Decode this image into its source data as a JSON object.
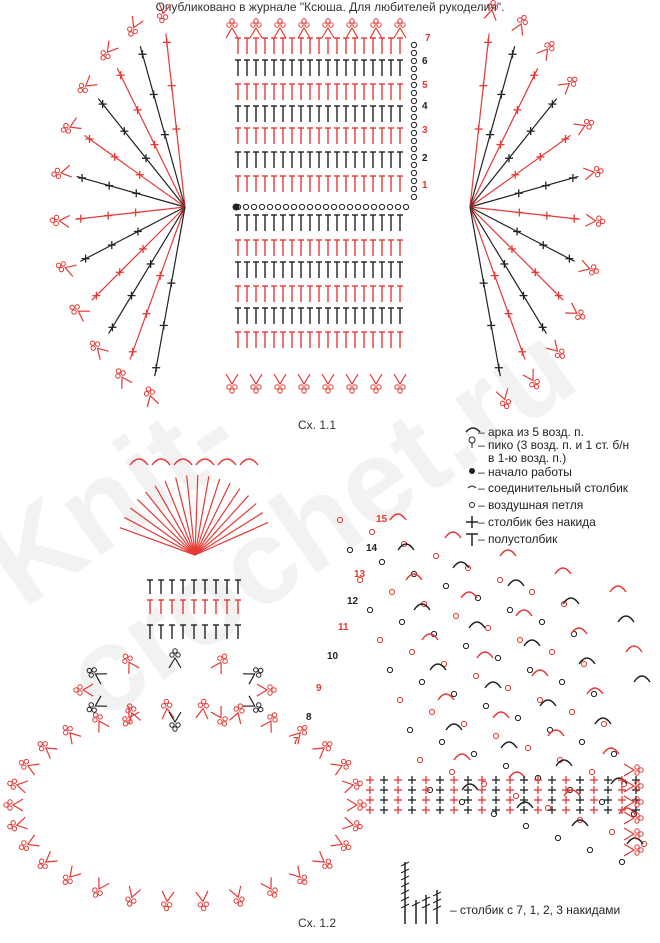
{
  "header": "Опубликовано в журнале \"Ксюша. Для любителей рукоделия\".",
  "scheme1_caption": "Сх. 1.1",
  "scheme2_caption": "Сх. 1.2",
  "scheme1_row_numbers": [
    "7",
    "6",
    "5",
    "4",
    "3",
    "2",
    "1"
  ],
  "scheme2_row_numbers": [
    "15",
    "14",
    "13",
    "12",
    "11",
    "10",
    "9",
    "8",
    "7"
  ],
  "watermark": "Knit-crochet.ru",
  "legend": {
    "arch": "– арка из 5 возд. п.",
    "picot_1": "– пико (3 возд. п. и 1 ст. б/н",
    "picot_2": "в 1-ю возд. п.)",
    "start": "– начало работы",
    "slip": "– соединительный столбик",
    "chain": "– воздушная петля",
    "sc": "– столбик без накида",
    "hdc": "– полустолбик",
    "tr": "– столбик с 7, 1, 2, 3 накидами"
  },
  "colors": {
    "red": "#e53935",
    "black": "#222222"
  }
}
